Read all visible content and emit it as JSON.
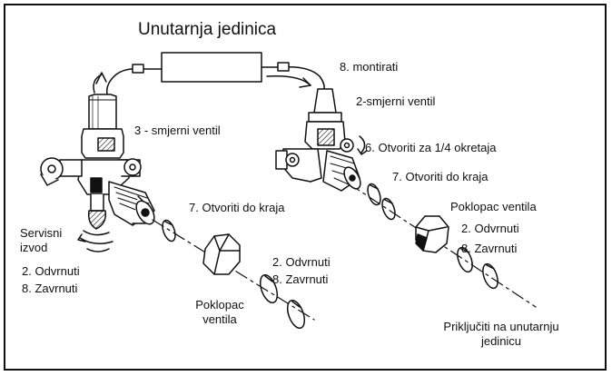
{
  "title": "Unutarnja jedinica",
  "left_valve": {
    "name": "3 - smjerni ventil",
    "service_port": [
      "Servisni",
      "izvod"
    ],
    "service_steps": [
      "2. Odvrnuti",
      "8. Zavrnuti"
    ],
    "open_label": "7. Otvoriti do kraja",
    "cap_steps": [
      "2. Odvrnuti",
      "8. Zavrnuti"
    ],
    "cap_name": [
      "Poklopac",
      "ventila"
    ]
  },
  "right_valve": {
    "mount_label": "8. montirati",
    "name": "2-smjerni ventil",
    "quarter_label": "6. Otvoriti za  1/4 okretaja",
    "open_label": "7. Otvoriti do kraja",
    "cap_name": "Poklopac  ventila",
    "cap_steps": [
      "2. Odvrnuti",
      "8. Zavrnuti"
    ],
    "connect_label": [
      "Priključiti na unutarnju",
      "jedinicu"
    ]
  }
}
